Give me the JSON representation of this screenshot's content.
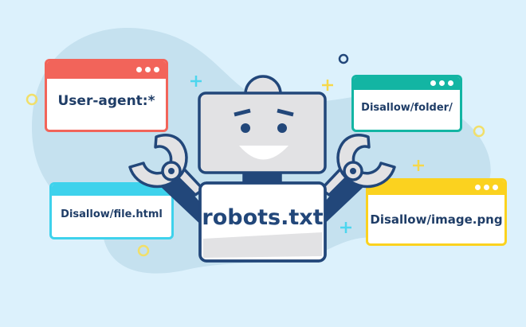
{
  "illustration": {
    "robot_label": "robots.txt",
    "cards": [
      {
        "id": "user-agent",
        "text": "User-agent:*",
        "color": "#f2645a"
      },
      {
        "id": "folder",
        "text": "Disallow/folder/",
        "color": "#13b5a3"
      },
      {
        "id": "file",
        "text": "Disallow/file.html",
        "color": "#3ed2ec"
      },
      {
        "id": "image",
        "text": "Disallow/image.png",
        "color": "#fbd21f"
      }
    ]
  },
  "colors": {
    "background": "#dcf1fc",
    "blob": "#c5e1ef",
    "outline": "#22477a",
    "robot_gray": "#e2e2e4",
    "accent_yellow": "#f6e06a",
    "accent_cyan": "#4dd6ee"
  }
}
